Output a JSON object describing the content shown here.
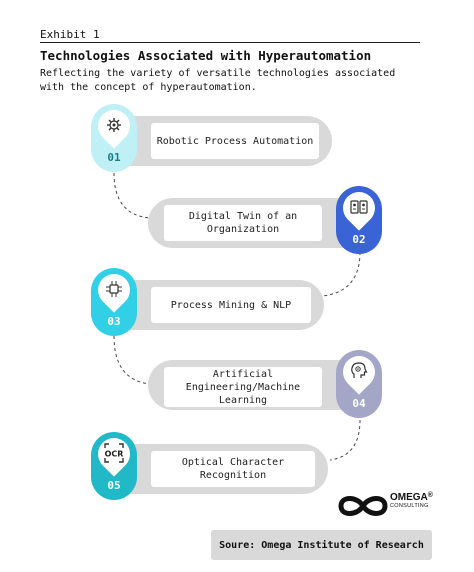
{
  "header": {
    "exhibit": "Exhibit 1",
    "title": "Technologies Associated with Hyperautomation",
    "subtitle": "Reflecting the variety of versatile technologies associated with the concept of hyperautomation."
  },
  "steps": [
    {
      "number": "01",
      "label": "Robotic Process Automation",
      "color": "#bff0f5",
      "icon": "robot-gear-icon"
    },
    {
      "number": "02",
      "label": "Digital Twin of an Organization",
      "color": "#3a63d6",
      "icon": "digital-twin-icon"
    },
    {
      "number": "03",
      "label": "Process Mining & NLP",
      "color": "#31d0e6",
      "icon": "process-mining-icon"
    },
    {
      "number": "04",
      "label": "Artificial Engineering/Machine Learning",
      "color": "#a3a6c7",
      "icon": "ai-head-icon"
    },
    {
      "number": "05",
      "label": "Optical Character Recognition",
      "color": "#21b9c8",
      "icon": "ocr-icon"
    }
  ],
  "icons": {
    "ocr_text": "OCR"
  },
  "logo": {
    "name": "OMEGA",
    "registered": "®",
    "sub": "CONSULTING"
  },
  "source": "Soure: Omega Institute of Research"
}
